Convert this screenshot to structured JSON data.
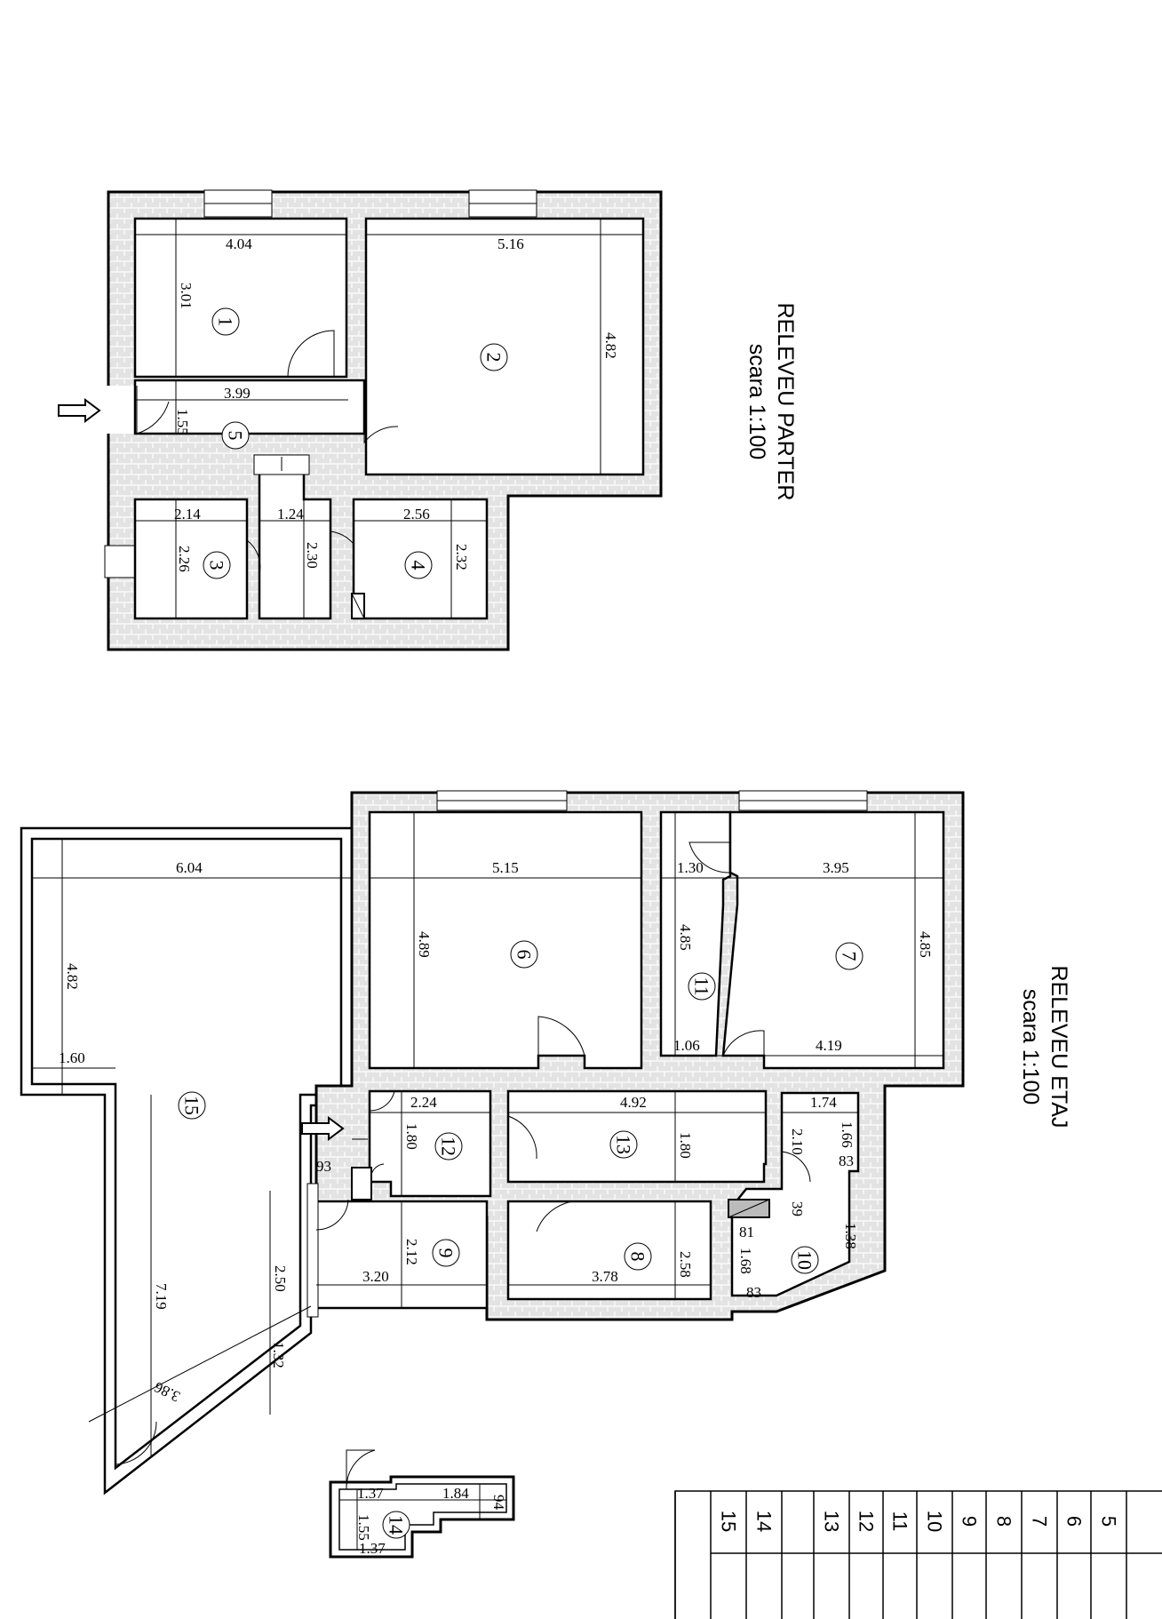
{
  "titles": {
    "parter": {
      "line1": "RELEVEU PARTER",
      "line2": "scara 1:100"
    },
    "etaj": {
      "line1": "RELEVEU ETAJ",
      "line2": "scara 1:100"
    }
  },
  "parter": {
    "rooms": [
      "1",
      "2",
      "3",
      "4",
      "5"
    ],
    "dims": {
      "r1_w": "4.04",
      "r1_h": "3.01",
      "r2_w": "5.16",
      "r2_h": "4.82",
      "r5_w": "3.99",
      "r5_h": "1.55",
      "r3_w": "2.14",
      "r3_h": "2.26",
      "hall_w": "1.24",
      "hall_h": "2.30",
      "r4_w": "2.56",
      "r4_h": "2.32"
    }
  },
  "etaj": {
    "rooms": [
      "6",
      "7",
      "8",
      "9",
      "10",
      "11",
      "12",
      "13",
      "14",
      "15"
    ],
    "dims": {
      "r15_w": "6.04",
      "r15_h": "4.82",
      "r15_b": "1.60",
      "r15_l": "7.19",
      "r15_d": "3.86",
      "r15_s": "2.50",
      "r15_c": "1.32",
      "r6_w": "5.15",
      "r6_h": "4.89",
      "r11_w": "1.30",
      "r11_h": "4.85",
      "r11_b": "1.06",
      "r7_w": "3.95",
      "r7_h": "4.85",
      "r7_b": "4.19",
      "r12_w": "2.24",
      "r12_h": "1.80",
      "r13_w": "4.92",
      "r13_h": "1.80",
      "r10_a": "1.74",
      "r10_b": "1.66",
      "r10_c": "83",
      "r10_d": "2.10",
      "r10_e": "39",
      "r10_f": "81",
      "r10_g": "1.38",
      "r10_h": "1.68",
      "r10_i": "83",
      "r9_w": "3.20",
      "r9_h": "2.12",
      "r9_e": "93",
      "r8_w": "3.78",
      "r8_h": "2.58",
      "r14_a": "1.37",
      "r14_b": "1.84",
      "r14_c": "94",
      "r14_d": "1.55",
      "r14_e": "1.37"
    }
  },
  "legend_table": {
    "rows": [
      "15",
      "14",
      "",
      "13",
      "12",
      "11",
      "10",
      "9",
      "8",
      "7",
      "6",
      "5"
    ]
  }
}
